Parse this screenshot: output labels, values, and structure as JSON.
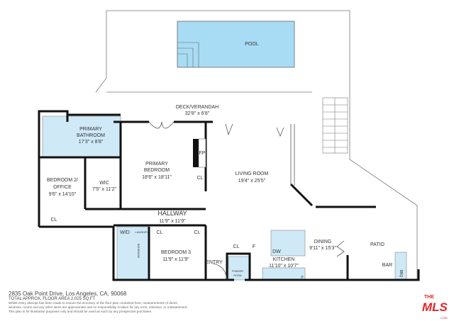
{
  "rooms": {
    "pool": "POOL",
    "deck": {
      "name": "DECK/VERANDAH",
      "dims": "32'8\" x 6'8\""
    },
    "primary_bathroom": {
      "name1": "PRIMARY",
      "name2": "BATHROOM",
      "dims": "17'3\" x 8'8\""
    },
    "primary_bedroom": {
      "name1": "PRIMARY",
      "name2": "BEDROOM",
      "dims": "18'6\" x 18'11\""
    },
    "bedroom2": {
      "name1": "BEDROOM 2/",
      "name2": "OFFICE",
      "dims": "9'6\" x 14'10\""
    },
    "wic": {
      "name": "WIC",
      "dims": "7'5\" x 11'2\""
    },
    "living_room": {
      "name": "LIVING ROOM",
      "dims": "19'4\" x 25'5\""
    },
    "hallway": {
      "name": "HALLWAY",
      "dims": "11'9\" x 11'9\""
    },
    "bedroom3": {
      "name": "BEDROOM 3",
      "dims": "11'9\" x 11'9\""
    },
    "laundry": {
      "wd": "W/D",
      "name": "LAUNDRY"
    },
    "bathroom": "BATHROOM",
    "entry": "ENTRY",
    "powder_room": {
      "name1": "POWDER",
      "name2": "ROOM"
    },
    "kitchen": {
      "name": "KITCHEN",
      "dims": "11'10\" x 10'7\"",
      "dw": "DW",
      "p": "P"
    },
    "dining": {
      "name": "DINING",
      "dims": "9'11\" x 15'3\""
    },
    "patio": "PATIO",
    "bar": "BAR",
    "bbq": "BBQ",
    "closet": "CL",
    "fireplace": "FP",
    "fridge": "F"
  },
  "footer": {
    "address": "2835 Oak Point Drive, Los Angeles, CA, 90068",
    "area": "TOTAL APPROX. FLOOR AREA 2,025 SQ.FT",
    "disclaimer1": "Whilst every attempt has been made to ensure the accuracy of the floor plan contained here, measurements of doors,",
    "disclaimer2": "windows, rooms and any other items are approximate and no responsibility is taken for any error, omission, or misstatement.",
    "disclaimer3": "This plan is for illustrative purposes only and should be used as such by any prospective purchaser."
  },
  "logo": {
    "text": "THE MLS .COM",
    "color": "#e0262b"
  },
  "colors": {
    "room_fill": "#cfe9f7",
    "pool_fill": "#a8dcf4",
    "wall": "#111111"
  }
}
